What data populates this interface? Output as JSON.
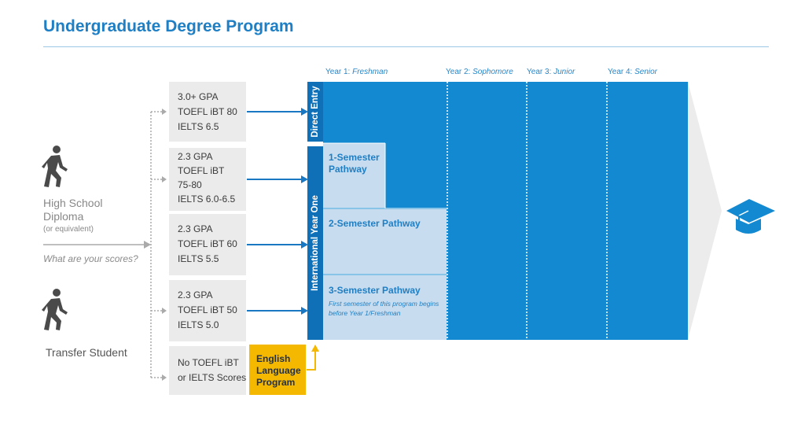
{
  "title": "Undergraduate Degree Program",
  "years": [
    {
      "prefix": "Year 1: ",
      "name": "Freshman"
    },
    {
      "prefix": "Year 2: ",
      "name": "Sophomore"
    },
    {
      "prefix": "Year 3: ",
      "name": "Junior"
    },
    {
      "prefix": "Year 4: ",
      "name": "Senior"
    }
  ],
  "left": {
    "high_school": {
      "line1": "High School",
      "line2": "Diploma",
      "note": "(or equivalent)"
    },
    "question": "What are your scores?",
    "transfer": "Transfer Student"
  },
  "scores": [
    {
      "lines": [
        "3.0+ GPA",
        "TOEFL iBT 80",
        "IELTS 6.5"
      ]
    },
    {
      "lines": [
        "2.3 GPA",
        "TOEFL iBT",
        "75-80",
        "IELTS 6.0-6.5"
      ]
    },
    {
      "lines": [
        "2.3 GPA",
        "TOEFL iBT 60",
        "IELTS 5.5"
      ]
    },
    {
      "lines": [
        "2.3 GPA",
        "TOEFL iBT 50",
        "IELTS 5.0"
      ]
    },
    {
      "lines": [
        "No TOEFL iBT",
        "or IELTS Scores"
      ]
    }
  ],
  "bars": {
    "direct_entry": "Direct Entry",
    "international_year_one": "International Year One"
  },
  "pathways": {
    "one": "1-Semester Pathway",
    "two": "2-Semester Pathway",
    "three": "3-Semester Pathway",
    "three_note": "First semester of this program begins before Year 1/Freshman"
  },
  "elp": "English Language Program",
  "colors": {
    "blue": "#1289d1",
    "dark_blue": "#0f70b8",
    "light_blue": "#c7dcef",
    "grey_box": "#ebebeb",
    "yellow": "#f5b800",
    "arrow_grey": "#ececec"
  },
  "icons": [
    "walking-person-icon",
    "graduation-cap-icon"
  ]
}
